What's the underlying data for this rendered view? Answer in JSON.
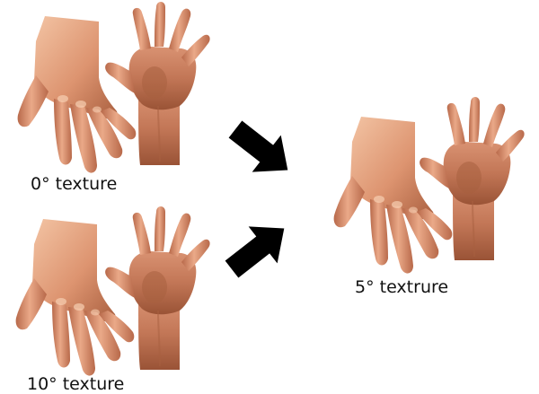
{
  "captions": {
    "top_left": "0° texture",
    "bottom_left": "10° texture",
    "result": "5° textrure"
  },
  "colors": {
    "skin_light": "#f0b896",
    "skin_mid": "#d68a66",
    "skin_dark": "#8a4a30",
    "arrow": "#000000",
    "background": "#ffffff"
  },
  "figures": [
    {
      "role": "source-0-degree",
      "content": "two-hands-back-and-palm"
    },
    {
      "role": "source-10-degree",
      "content": "two-hands-back-and-palm"
    },
    {
      "role": "interpolated-5-degree",
      "content": "two-hands-back-and-palm"
    }
  ]
}
